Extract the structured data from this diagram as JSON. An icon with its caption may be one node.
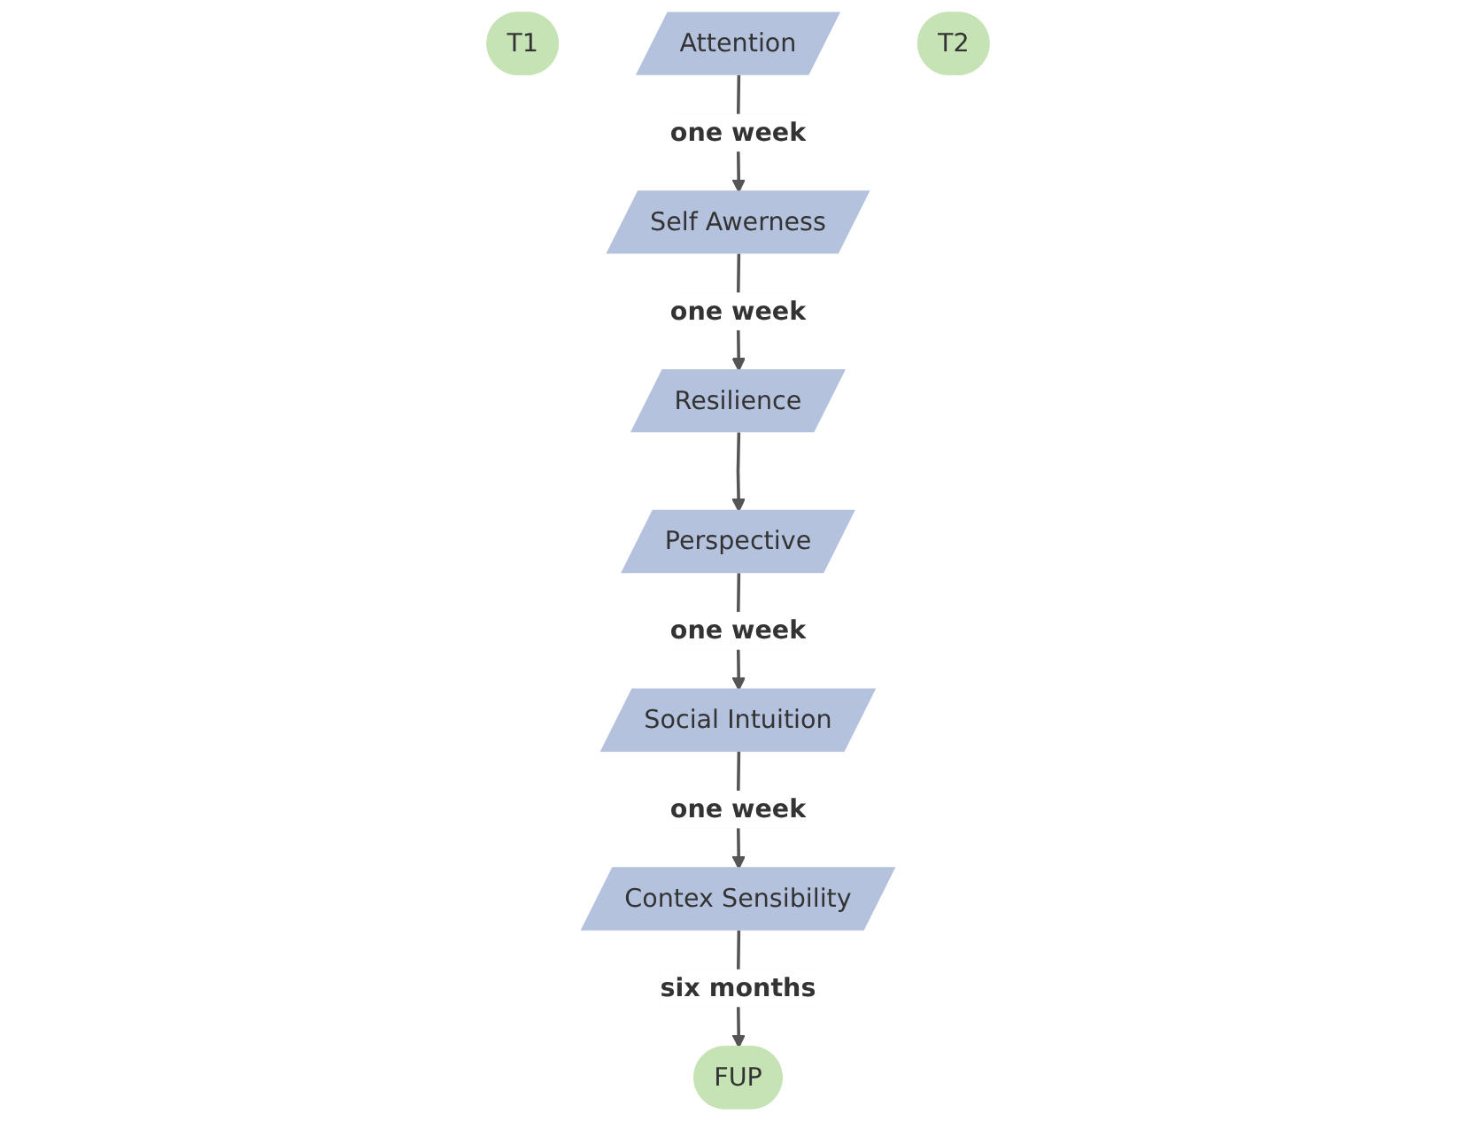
{
  "diagram": {
    "nodes": [
      {
        "text": [
          "T1"
        ]
      },
      {
        "text": [
          "Attention"
        ]
      },
      {
        "text": [
          "Self Awerness"
        ]
      },
      {
        "text": [
          "Resilience"
        ]
      },
      {
        "text": [
          "Perspective"
        ]
      },
      {
        "text": [
          "Social Intuition"
        ]
      },
      {
        "text": [
          "Contex Sensibility"
        ]
      },
      {
        "text": [
          "T2"
        ]
      },
      {
        "text": [
          "FUP"
        ]
      }
    ],
    "edges": [
      {
        "from": 1,
        "to": 2,
        "arrow": "to",
        "label": "one week"
      },
      {
        "from": 2,
        "to": 3,
        "arrow": "to",
        "label": "one week"
      },
      {
        "from": 3,
        "to": 4,
        "arrow": "to"
      },
      {
        "from": 4,
        "to": 5,
        "arrow": "to",
        "label": "one week"
      },
      {
        "from": 5,
        "to": 6,
        "arrow": "to",
        "label": "one week"
      },
      {
        "from": 6,
        "to": 8,
        "arrow": "to",
        "label": "six months"
      }
    ]
  }
}
